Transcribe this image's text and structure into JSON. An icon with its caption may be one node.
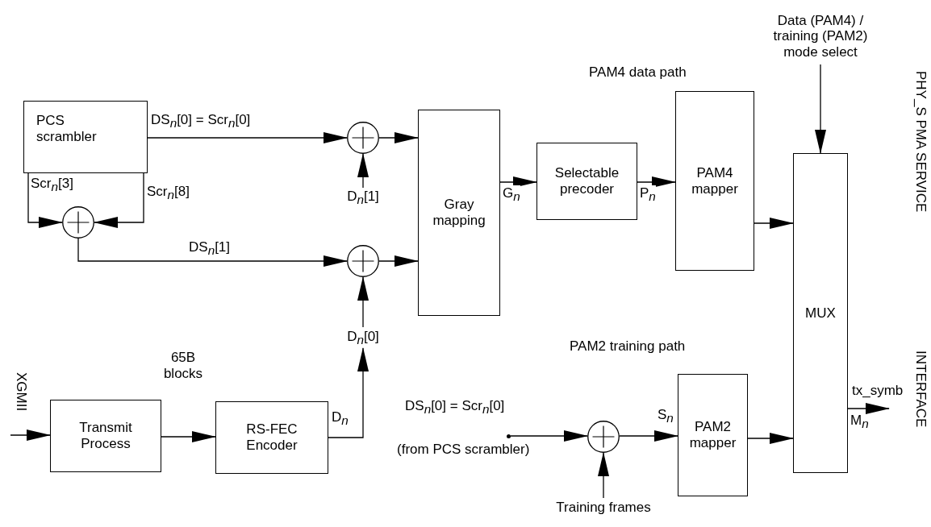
{
  "diagram": {
    "nodes": [
      {
        "text": [
          "PCS scrambler"
        ]
      },
      {
        "text": [],
        "shape": "circle"
      },
      {
        "text": [],
        "shape": "circle"
      },
      {
        "text": [
          "D$_{n}$[1]"
        ]
      },
      {
        "text": [],
        "shape": "circle"
      },
      {
        "text": [
          "Gray mapping"
        ]
      },
      {
        "text": [
          "Selectable precoder"
        ]
      },
      {
        "text": [
          "PAM4 mapper"
        ]
      },
      {
        "text": [
          "Data (PAM4) / training (PAM2) mode select"
        ]
      },
      {
        "text": [
          "MUX"
        ]
      },
      {
        "text": [
          "D$_{n}$[0]"
        ]
      },
      {
        "text": [
          "Transmit Process"
        ]
      },
      {
        "text": [
          "RS-FEC Encoder"
        ]
      },
      {
        "text": [],
        "shape": "dot",
        "beside": [
          "DS$_{n}$[0] = Scr$_{n}$[0]",
          "(from PCS scrambler)"
        ]
      },
      {
        "text": [],
        "shape": "circle"
      },
      {
        "text": [
          "Training frames"
        ]
      },
      {
        "text": [
          "PAM2 mapper"
        ]
      }
    ],
    "edges": [
      {
        "from": 0,
        "to": 2,
        "arrow": "to",
        "label": "DS$_{n}$[0] = Scr$_{n}$[0]"
      },
      {
        "from": 0,
        "to": 1,
        "arrow": "to",
        "label": "Scr$_{n}$[3]"
      },
      {
        "from": 0,
        "to": 1,
        "arrow": "to",
        "label": "Scr$_{n}$[8]"
      },
      {
        "from": 1,
        "to": 4,
        "arrow": "to",
        "label": "DS$_{n}$[1]"
      },
      {
        "from": 3,
        "to": 2,
        "arrow": "to"
      },
      {
        "from": 2,
        "to": 5,
        "arrow": "to"
      },
      {
        "from": 4,
        "to": 5,
        "arrow": "to"
      },
      {
        "from": 10,
        "to": 4,
        "arrow": "to"
      },
      {
        "from": 5,
        "to": 6,
        "arrow": "to",
        "label": "G$_{n}$"
      },
      {
        "from": 6,
        "to": 7,
        "arrow": "to",
        "label": "P$_{n}$"
      },
      {
        "from": 7,
        "to": 9,
        "arrow": "to"
      },
      {
        "from": 8,
        "to": 9,
        "arrow": "to"
      },
      {
        "from": null,
        "to": 11,
        "arrow": "to"
      },
      {
        "from": 11,
        "to": 12,
        "arrow": "to",
        "label": "65B blocks"
      },
      {
        "from": 12,
        "to": 10,
        "arrow": "to",
        "label": "D$_{n}$"
      },
      {
        "from": 13,
        "to": 14,
        "arrow": "to"
      },
      {
        "from": 15,
        "to": 14,
        "arrow": "to"
      },
      {
        "from": 14,
        "to": 16,
        "arrow": "to",
        "label": "S$_{n}$"
      },
      {
        "from": 16,
        "to": 9,
        "arrow": "to"
      },
      {
        "from": 9,
        "to": null,
        "arrow": "to",
        "label": "tx_symb"
      }
    ],
    "labels": [
      "PAM4 data path",
      "PAM2 training path",
      "XGMII",
      "PHY_S PMA SERVICE",
      "INTERFACE",
      "M$_{n}$"
    ]
  }
}
